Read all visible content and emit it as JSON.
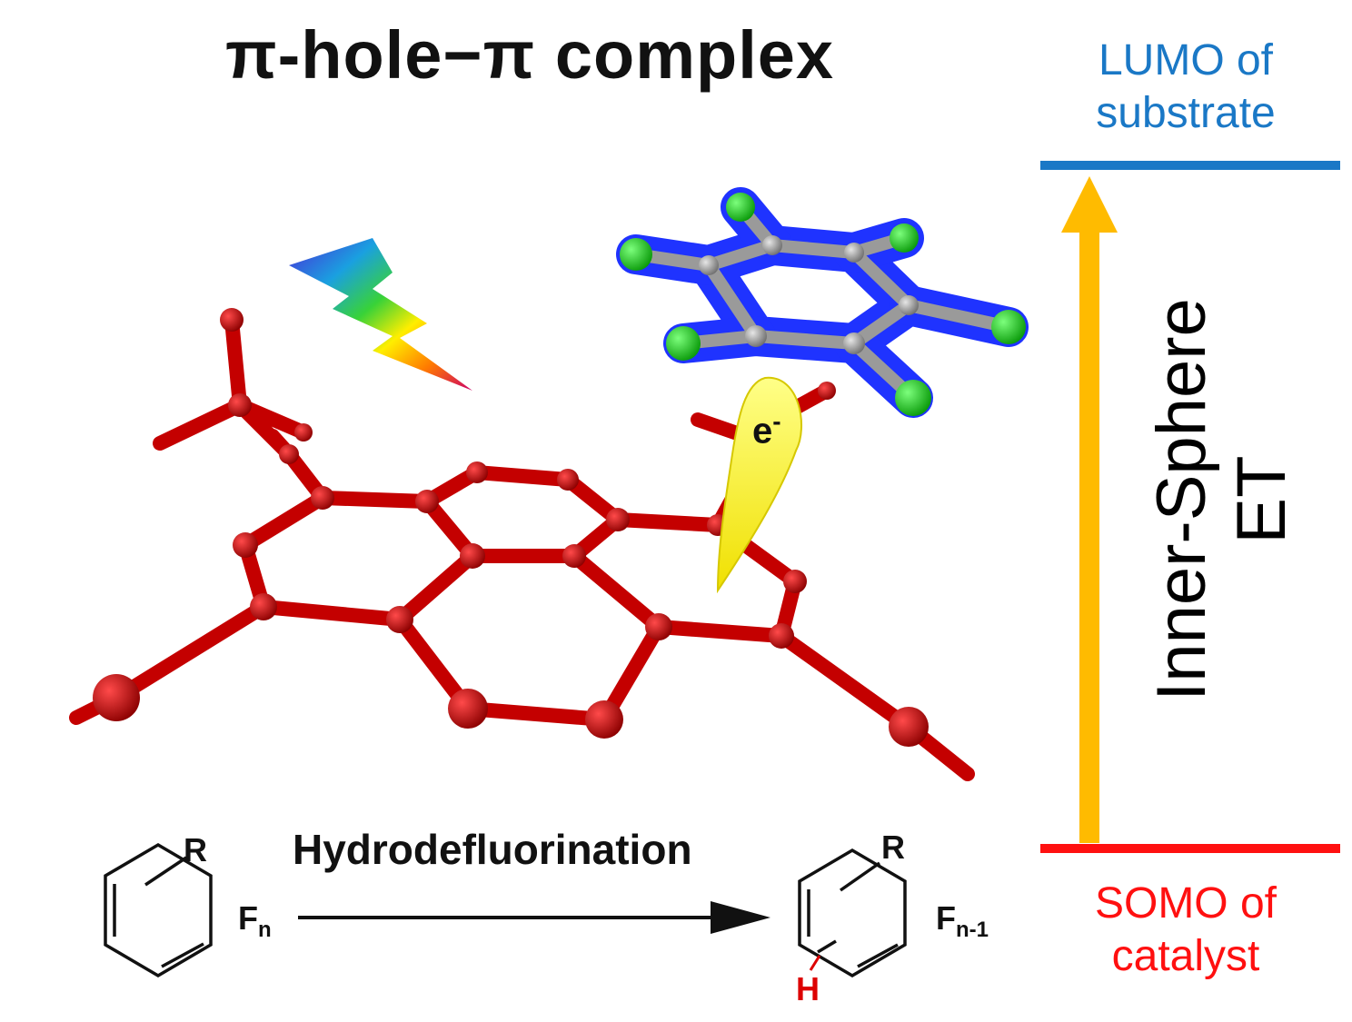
{
  "title": "π-hole−π complex",
  "lumo": {
    "line1": "LUMO of",
    "line2": "substrate",
    "color": "#1a78c6"
  },
  "somo": {
    "line1": "SOMO of",
    "line2": "catalyst",
    "color": "#ff1010"
  },
  "et_label": {
    "line1": "Inner-Sphere",
    "line2": "ET"
  },
  "electron": {
    "symbol": "e",
    "charge": "-"
  },
  "reaction": {
    "arrow_label": "Hydrodefluorination",
    "reactant": {
      "substituent": "R",
      "fluorine": "F",
      "fluorine_sub": "n"
    },
    "product": {
      "substituent": "R",
      "fluorine": "F",
      "fluorine_sub": "n-1",
      "hydrogen": "H"
    }
  },
  "colors": {
    "catalyst_red": "#cc0000",
    "arrow_gold": "#ffbb00",
    "substrate_halo": "#1f33ff",
    "fluorine_green": "#22cc22",
    "carbon_gray": "#8c8c8c"
  }
}
